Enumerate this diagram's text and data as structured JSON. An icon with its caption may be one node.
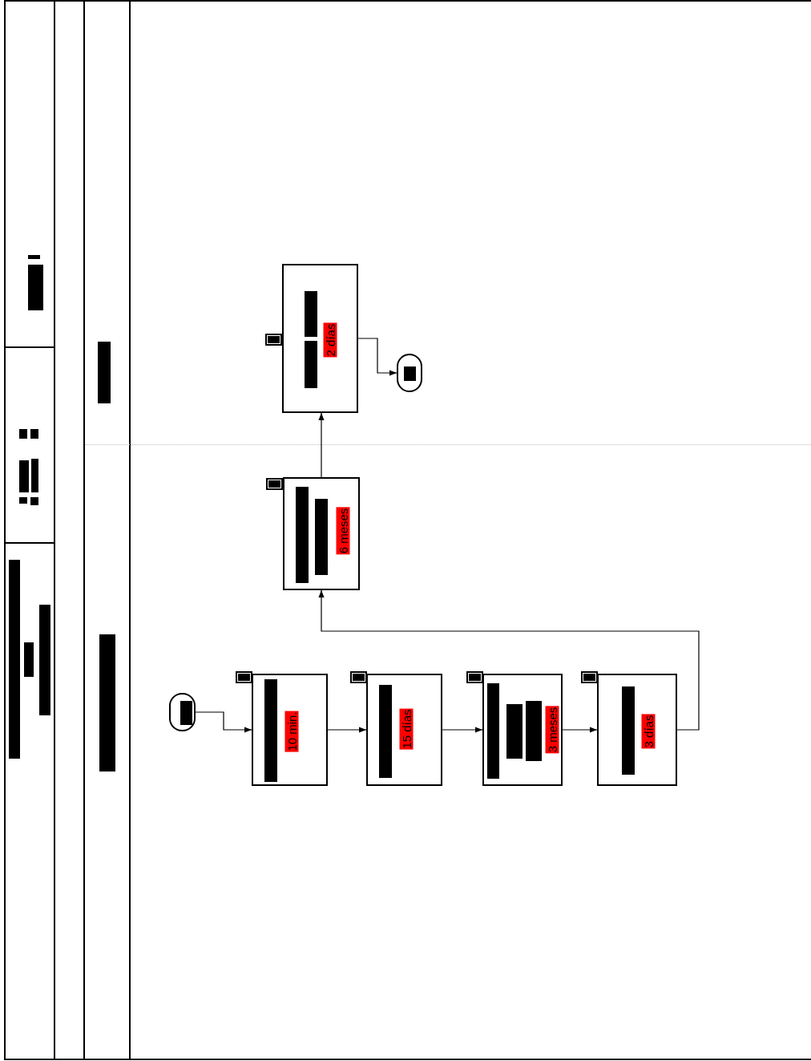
{
  "diagram": {
    "nodes": [
      {
        "text": [],
        "shape": "box"
      },
      {
        "text": [
          "10 min."
        ]
      },
      {
        "text": [
          "15 días"
        ]
      },
      {
        "text": [
          "3 meses"
        ]
      },
      {
        "text": [
          "3 días"
        ]
      },
      {
        "text": [
          "6 meses"
        ]
      },
      {
        "text": [
          "2 días"
        ]
      },
      {
        "text": [],
        "shape": "box"
      }
    ],
    "edges": [
      {
        "from": 0,
        "to": 1,
        "arrow": "to"
      },
      {
        "from": 1,
        "to": 2,
        "arrow": "to"
      },
      {
        "from": 2,
        "to": 3,
        "arrow": "to"
      },
      {
        "from": 3,
        "to": 4,
        "arrow": "to"
      },
      {
        "from": 4,
        "to": 5,
        "arrow": "to"
      },
      {
        "from": 5,
        "to": 6,
        "arrow": "to"
      },
      {
        "from": 6,
        "to": 7,
        "arrow": "to"
      }
    ]
  }
}
